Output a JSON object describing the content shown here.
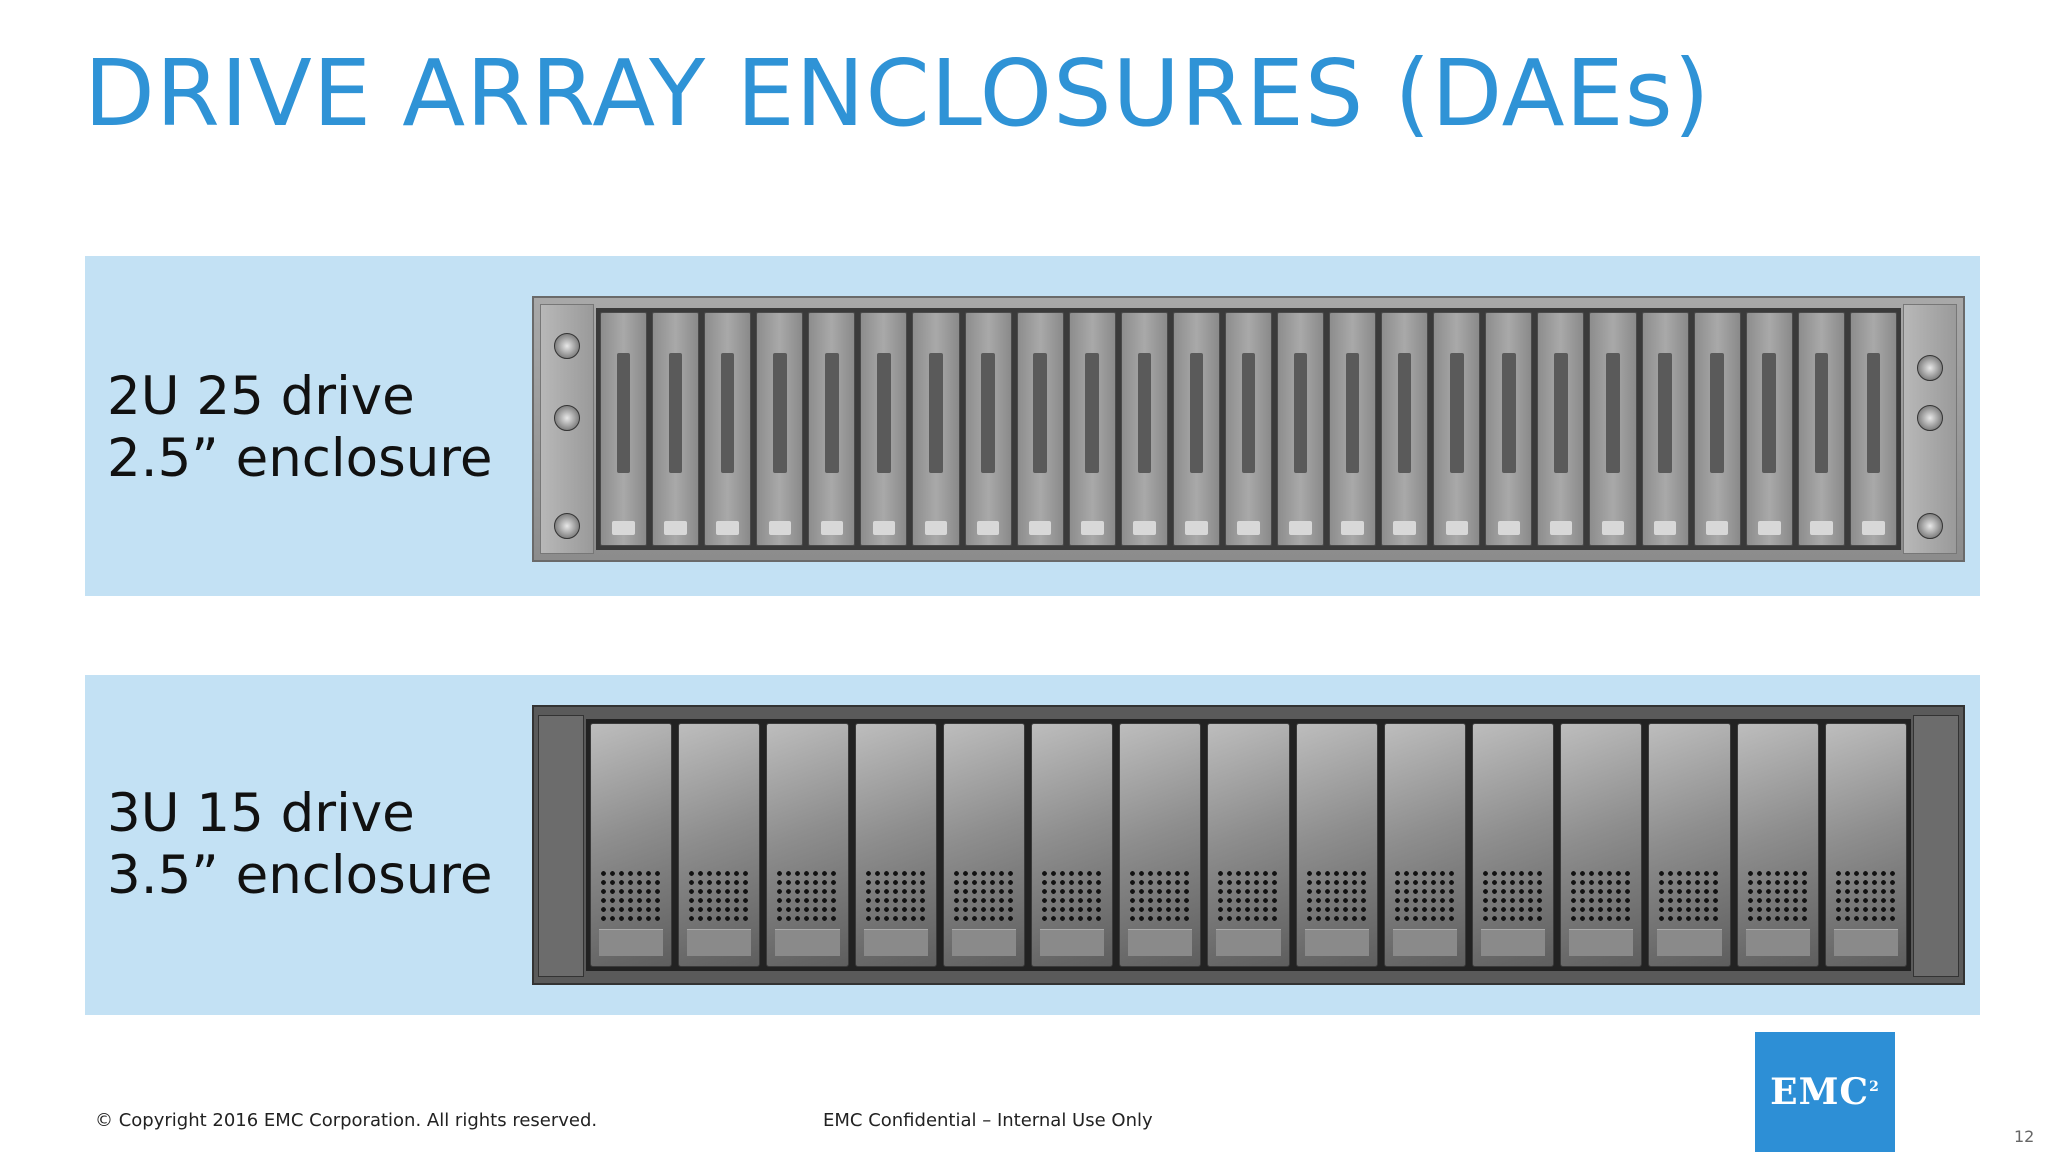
{
  "slide": {
    "title": "DRIVE ARRAY ENCLOSURES (DAEs)",
    "page_number": "12"
  },
  "panels": [
    {
      "line1": "2U 25 drive",
      "line2": "2.5” enclosure",
      "drive_count": 25
    },
    {
      "line1": "3U 15 drive",
      "line2": "3.5” enclosure",
      "drive_count": 15
    }
  ],
  "footer": {
    "copyright": "© Copyright 2016 EMC Corporation. All rights reserved.",
    "confidential": "EMC Confidential – Internal  Use Only"
  },
  "logo": {
    "text": "EMC",
    "superscript": "2",
    "color": "#2d8fd6"
  },
  "colors": {
    "title": "#2f93d6",
    "panel_background": "#c3e1f4"
  }
}
